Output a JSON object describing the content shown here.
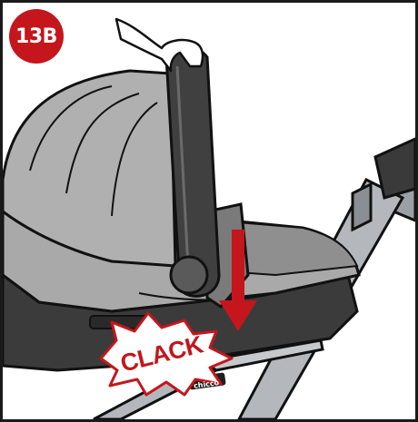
{
  "step": {
    "label": "13B",
    "badge_color": "#c4161c"
  },
  "sound_effect": {
    "text": "CLACK",
    "color": "#c4161c"
  },
  "brand_logo": {
    "text": "chicco"
  },
  "arrow": {
    "color": "#c4161c"
  },
  "icons": [
    "hand-icon",
    "down-arrow-icon"
  ]
}
